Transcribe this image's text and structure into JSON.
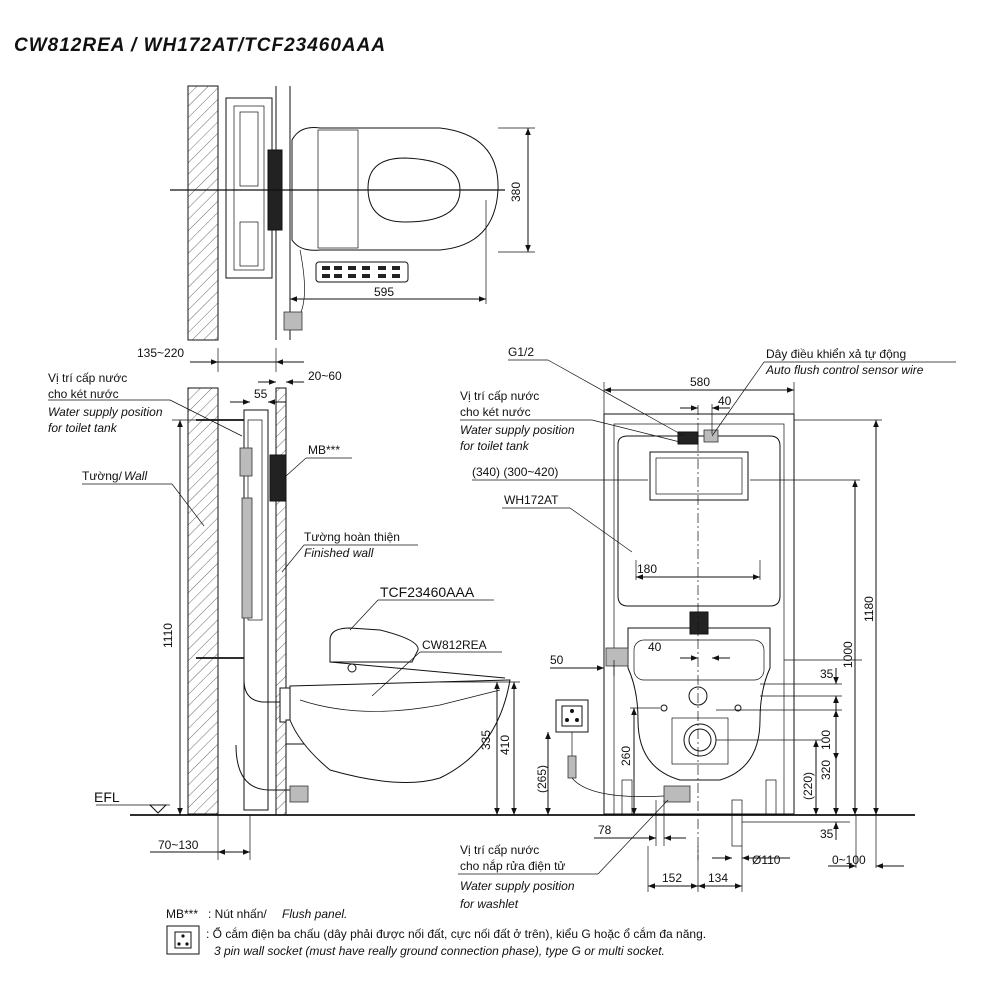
{
  "title": "CW812REA / WH172AT/TCF23460AAA",
  "dims": {
    "d380": "380",
    "d595": "595",
    "d135_220": "135~220",
    "d20_60": "20~60",
    "d55": "55",
    "d1110": "1110",
    "d335": "335",
    "d410": "410",
    "d70_130": "70~130",
    "d580": "580",
    "d40_top": "40",
    "d340": "(340) (300~420)",
    "d180": "180",
    "d40_mid": "40",
    "d50": "50",
    "d1000": "1000",
    "d1180": "1180",
    "d35_top": "35",
    "d100": "100",
    "d320": "320",
    "d220": "(220)",
    "d265": "(265)",
    "d260": "260",
    "d78": "78",
    "d35_bot": "35",
    "d110": "Ø110",
    "d0_100": "0~100",
    "d152": "152",
    "d134": "134"
  },
  "labels": {
    "efl": "EFL",
    "g12": "G1/2",
    "mb": "MB***",
    "tcf": "TCF23460AAA",
    "cw": "CW812REA",
    "wh": "WH172AT",
    "wall_vi": "Tường/",
    "wall_en": "Wall",
    "finished_vi": "Tường hoàn thiện",
    "finished_en": "Finished wall",
    "water_left_vi1": "Vị trí cấp nước",
    "water_left_vi2": "cho két nước",
    "water_left_en1": "Water supply position",
    "water_left_en2": "for toilet tank",
    "water_right_vi1": "Vị trí cấp nước",
    "water_right_vi2": "cho két nước",
    "water_right_en1": "Water supply position",
    "water_right_en2": "for toilet tank",
    "sensor_vi": "Dây điều khiển xả tự động",
    "sensor_en": "Auto flush control sensor wire",
    "washlet_vi1": "Vị trí cấp nước",
    "washlet_vi2": "cho nắp rửa điện tử",
    "washlet_en1": "Water supply position",
    "washlet_en2": "for washlet"
  },
  "notes": {
    "mb_key": "MB***",
    "mb_text_vi": ": Nút nhấn/",
    "mb_text_en": "Flush panel.",
    "socket_vi": ": Ổ cắm điện ba chấu (dây phải được nối đất, cực nối đất ở trên), kiểu G hoặc ổ cắm đa năng.",
    "socket_en": "3 pin wall socket (must have really ground connection phase), type G or multi socket."
  }
}
